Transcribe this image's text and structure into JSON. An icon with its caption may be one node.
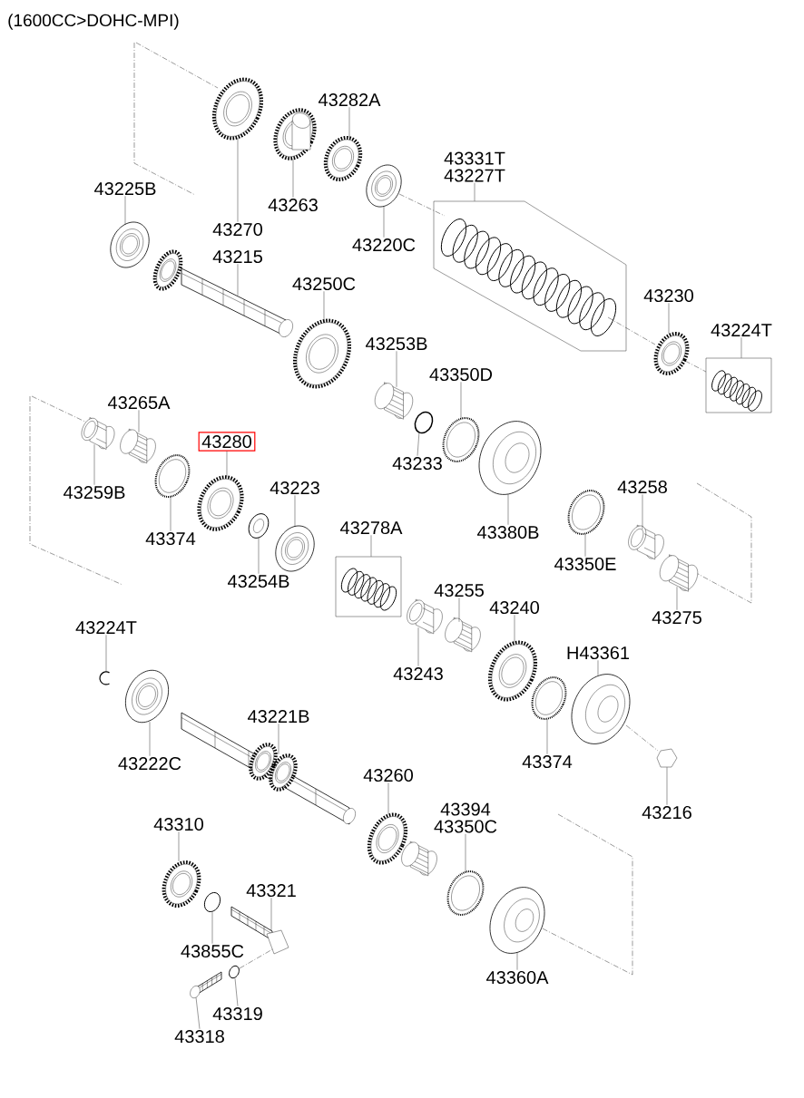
{
  "diagram": {
    "title": "(1600CC>DOHC-MPI)",
    "nodes": [
      {
        "text": [
          "43270"
        ]
      },
      {
        "text": [
          "43282A"
        ]
      },
      {
        "text": [
          "43263"
        ]
      },
      {
        "text": [
          "43225B"
        ]
      },
      {
        "text": [
          "43331T",
          "43227T"
        ]
      },
      {
        "text": [
          "43220C"
        ]
      },
      {
        "text": [
          "43215"
        ]
      },
      {
        "text": [
          "43250C"
        ]
      },
      {
        "text": [
          "43230"
        ]
      },
      {
        "text": [
          "43224T"
        ]
      },
      {
        "text": [
          "43253B"
        ]
      },
      {
        "text": [
          "43350D"
        ]
      },
      {
        "text": [
          "43265A"
        ]
      },
      {
        "text": [
          "43280"
        ]
      },
      {
        "text": [
          "43233"
        ]
      },
      {
        "text": [
          "43259B"
        ]
      },
      {
        "text": [
          "43223"
        ]
      },
      {
        "text": [
          "43380B"
        ]
      },
      {
        "text": [
          "43258"
        ]
      },
      {
        "text": [
          "43374"
        ]
      },
      {
        "text": [
          "43278A"
        ]
      },
      {
        "text": [
          "43350E"
        ]
      },
      {
        "text": [
          "43254B"
        ]
      },
      {
        "text": [
          "43255"
        ]
      },
      {
        "text": [
          "43240"
        ]
      },
      {
        "text": [
          "43275"
        ]
      },
      {
        "text": [
          "43224T"
        ]
      },
      {
        "text": [
          "H43361"
        ]
      },
      {
        "text": [
          "43243"
        ]
      },
      {
        "text": [
          "43221B"
        ]
      },
      {
        "text": [
          "43222C"
        ]
      },
      {
        "text": [
          "43374"
        ]
      },
      {
        "text": [
          "43260"
        ]
      },
      {
        "text": [
          "43216"
        ]
      },
      {
        "text": [
          "43394",
          "43350C"
        ]
      },
      {
        "text": [
          "43310"
        ]
      },
      {
        "text": [
          "43321"
        ]
      },
      {
        "text": [
          "43855C"
        ]
      },
      {
        "text": [
          "43360A"
        ]
      },
      {
        "text": [
          "43319"
        ]
      },
      {
        "text": [
          "43318"
        ]
      },
      {
        "text": [],
        "shape": "picture"
      },
      {
        "text": [],
        "shape": "picture"
      },
      {
        "text": [],
        "shape": "picture"
      },
      {
        "text": [],
        "shape": "picture"
      },
      {
        "text": [],
        "shape": "picture"
      },
      {
        "text": [],
        "shape": "picture"
      },
      {
        "text": [],
        "shape": "picture"
      },
      {
        "text": [],
        "shape": "picture"
      },
      {
        "text": [],
        "shape": "picture"
      },
      {
        "text": [],
        "shape": "picture"
      },
      {
        "text": [],
        "shape": "picture"
      },
      {
        "text": [],
        "shape": "picture"
      },
      {
        "text": [],
        "shape": "picture"
      },
      {
        "text": [],
        "shape": "picture"
      },
      {
        "text": [],
        "shape": "picture"
      },
      {
        "text": [],
        "shape": "picture"
      },
      {
        "text": [],
        "shape": "picture"
      },
      {
        "text": [],
        "shape": "picture"
      },
      {
        "text": [],
        "shape": "picture"
      },
      {
        "text": [],
        "shape": "picture"
      },
      {
        "text": [],
        "shape": "picture"
      },
      {
        "text": [],
        "shape": "picture"
      },
      {
        "text": [],
        "shape": "picture"
      },
      {
        "text": [],
        "shape": "picture"
      },
      {
        "text": [],
        "shape": "picture"
      },
      {
        "text": [],
        "shape": "picture"
      },
      {
        "text": [],
        "shape": "picture"
      },
      {
        "text": [],
        "shape": "picture"
      },
      {
        "text": [],
        "shape": "picture"
      },
      {
        "text": [],
        "shape": "picture"
      },
      {
        "text": [],
        "shape": "picture"
      },
      {
        "text": [],
        "shape": "picture"
      },
      {
        "text": [],
        "shape": "picture"
      },
      {
        "text": [],
        "shape": "picture"
      },
      {
        "text": [],
        "shape": "picture"
      },
      {
        "text": [],
        "shape": "picture"
      },
      {
        "text": [],
        "shape": "picture"
      },
      {
        "text": [],
        "shape": "picture"
      },
      {
        "text": [],
        "shape": "picture"
      },
      {
        "text": [],
        "shape": "picture"
      },
      {
        "text": [],
        "shape": "picture"
      }
    ],
    "edges": [
      {
        "from": 0,
        "to": 41,
        "arrow": "none"
      },
      {
        "from": 1,
        "to": 42,
        "arrow": "none"
      },
      {
        "from": 2,
        "to": 43,
        "arrow": "none"
      },
      {
        "from": 3,
        "to": 44,
        "arrow": "none"
      },
      {
        "from": 4,
        "to": 45,
        "arrow": "none"
      },
      {
        "from": 5,
        "to": 46,
        "arrow": "none"
      },
      {
        "from": 6,
        "to": 47,
        "arrow": "none"
      },
      {
        "from": 7,
        "to": 48,
        "arrow": "none"
      },
      {
        "from": 8,
        "to": 49,
        "arrow": "none"
      },
      {
        "from": 9,
        "to": 50,
        "arrow": "none"
      },
      {
        "from": 10,
        "to": 51,
        "arrow": "none"
      },
      {
        "from": 11,
        "to": 52,
        "arrow": "none"
      },
      {
        "from": 12,
        "to": 53,
        "arrow": "none"
      },
      {
        "from": 13,
        "to": 54,
        "arrow": "none"
      },
      {
        "from": 14,
        "to": 55,
        "arrow": "none"
      },
      {
        "from": 15,
        "to": 56,
        "arrow": "none"
      },
      {
        "from": 16,
        "to": 57,
        "arrow": "none"
      },
      {
        "from": 17,
        "to": 58,
        "arrow": "none"
      },
      {
        "from": 18,
        "to": 59,
        "arrow": "none"
      },
      {
        "from": 19,
        "to": 60,
        "arrow": "none"
      },
      {
        "from": 20,
        "to": 61,
        "arrow": "none"
      },
      {
        "from": 21,
        "to": 62,
        "arrow": "none"
      },
      {
        "from": 22,
        "to": 63,
        "arrow": "none"
      },
      {
        "from": 23,
        "to": 64,
        "arrow": "none"
      },
      {
        "from": 24,
        "to": 65,
        "arrow": "none"
      },
      {
        "from": 25,
        "to": 66,
        "arrow": "none"
      },
      {
        "from": 26,
        "to": 67,
        "arrow": "none"
      },
      {
        "from": 27,
        "to": 68,
        "arrow": "none"
      },
      {
        "from": 28,
        "to": 69,
        "arrow": "none"
      },
      {
        "from": 29,
        "to": 70,
        "arrow": "none"
      },
      {
        "from": 30,
        "to": 71,
        "arrow": "none"
      },
      {
        "from": 31,
        "to": 72,
        "arrow": "none"
      },
      {
        "from": 32,
        "to": 73,
        "arrow": "none"
      },
      {
        "from": 33,
        "to": 74,
        "arrow": "none"
      },
      {
        "from": 34,
        "to": 75,
        "arrow": "none"
      },
      {
        "from": 35,
        "to": 76,
        "arrow": "none"
      },
      {
        "from": 36,
        "to": 77,
        "arrow": "none"
      },
      {
        "from": 37,
        "to": 78,
        "arrow": "none"
      },
      {
        "from": 38,
        "to": 79,
        "arrow": "none"
      },
      {
        "from": 39,
        "to": 80,
        "arrow": "none"
      },
      {
        "from": 40,
        "to": 81,
        "arrow": "none"
      },
      {
        "from": 46,
        "to": 45,
        "arrow": "none",
        "style": "dashed"
      },
      {
        "from": 45,
        "to": 49,
        "arrow": "none",
        "style": "dashed"
      },
      {
        "from": 49,
        "to": 50,
        "arrow": "none",
        "style": "dashed"
      },
      {
        "from": 68,
        "to": 74,
        "arrow": "none",
        "style": "dashed"
      },
      {
        "from": 80,
        "to": 77,
        "arrow": "none",
        "style": "dashed"
      }
    ]
  }
}
